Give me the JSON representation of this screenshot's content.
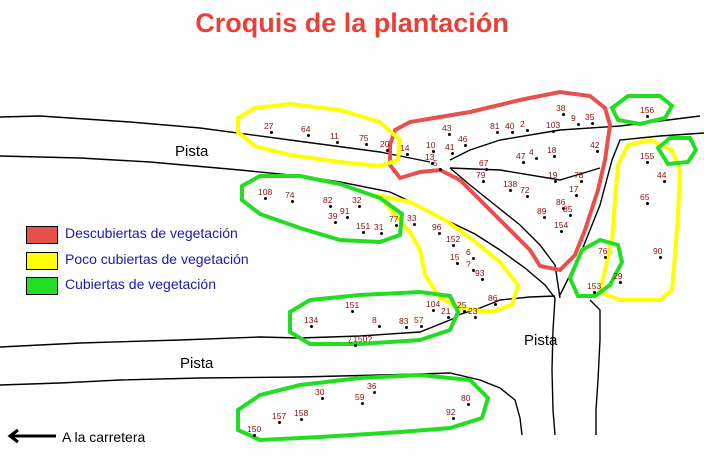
{
  "title": "Croquis de la plantación",
  "legend": [
    {
      "label": "Descubiertas de vegetación",
      "color": "#e85050"
    },
    {
      "label": "Poco cubiertas de vegetación",
      "color": "#ffff00"
    },
    {
      "label": "Cubiertas de vegetación",
      "color": "#22dd22"
    }
  ],
  "road_label": "Pista",
  "direction_label": "A la carretera",
  "colors": {
    "descubiertas": "#e85050",
    "poco_cubiertas": "#ffff00",
    "cubiertas": "#22dd22",
    "plant_label": "#8b1010",
    "legend_text": "#1a1aa8",
    "title": "#e8413a"
  },
  "plants": [
    "27",
    "64",
    "11",
    "75",
    "20",
    "14",
    "10",
    "43",
    "46",
    "41",
    "13",
    "5",
    "81",
    "40",
    "2",
    "103",
    "38",
    "9",
    "35",
    "156",
    "42",
    "155",
    "44",
    "65",
    "90",
    "76",
    "29",
    "153",
    "67",
    "79",
    "47",
    "4",
    "18",
    "138",
    "72",
    "19",
    "78",
    "17",
    "89",
    "86",
    "85",
    "154",
    "108",
    "74",
    "82",
    "32",
    "91",
    "39",
    "151",
    "31",
    "77",
    "33",
    "96",
    "152",
    "15",
    "6",
    "93",
    "?",
    "86",
    "134",
    "151",
    "8",
    "83",
    "57",
    "104",
    "21",
    "25",
    "23",
    "¿150?",
    "30",
    "36",
    "59",
    "80",
    "92",
    "150",
    "157",
    "158"
  ]
}
